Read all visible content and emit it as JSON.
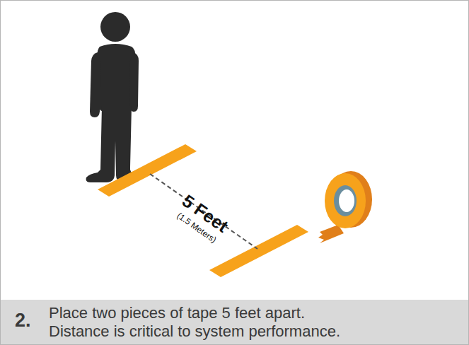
{
  "diagram": {
    "nodes": [
      {
        "text": [
          "2.",
          "Place two pieces of tape 5 feet apart. Distance is critical to system performance."
        ]
      }
    ],
    "labels": [
      "5 Feet",
      "(1.5 Meters)"
    ]
  }
}
